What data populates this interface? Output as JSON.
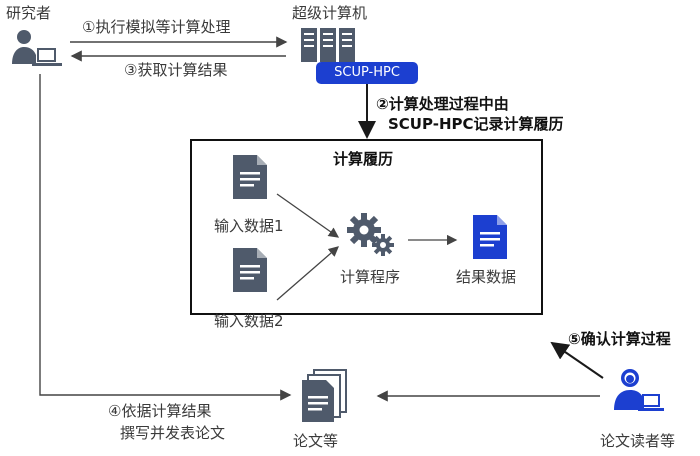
{
  "actors": {
    "researcher": "研究者",
    "supercomputer": "超级计算机",
    "supercomputer_tag": "SCUP-HPC",
    "reader": "论文读者等",
    "paper": "论文等"
  },
  "steps": {
    "step1": "①执行模拟等计算处理",
    "step2_line1": "②计算处理过程中由",
    "step2_line2": "SCUP-HPC记录计算履历",
    "step3": "③获取计算结果",
    "step4_line1": "④依据计算结果",
    "step4_line2": "撰写并发表论文",
    "step5": "⑤确认计算过程"
  },
  "history_box": {
    "title": "计算履历",
    "input1": "输入数据1",
    "input2": "输入数据2",
    "program": "计算程序",
    "output": "结果数据"
  },
  "colors": {
    "icon_gray": "#4f5a6b",
    "accent_blue": "#1c3fd0",
    "arrow": "#444444"
  },
  "icons": [
    "user-at-laptop-icon",
    "server-rack-icon",
    "document-icon",
    "gears-icon",
    "paper-stack-icon",
    "reader-at-laptop-icon"
  ]
}
